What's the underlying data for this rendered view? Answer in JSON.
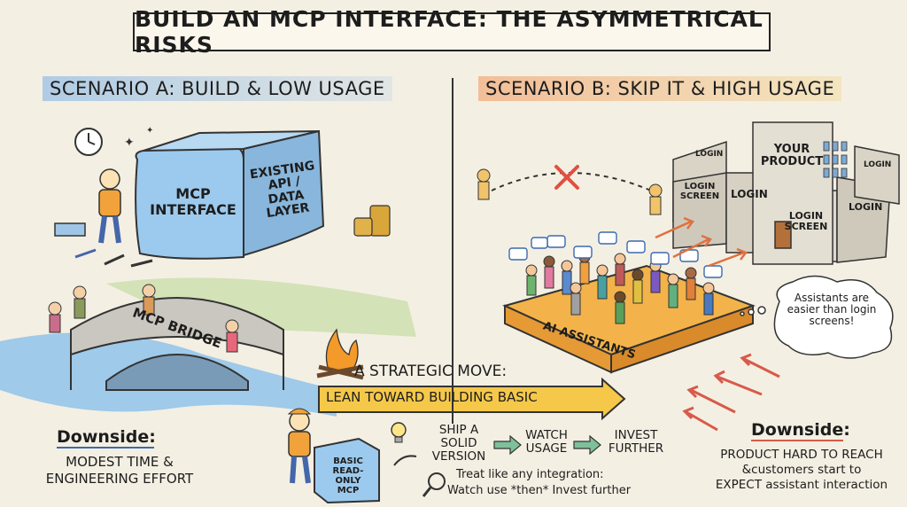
{
  "title": "BUILD AN MCP INTERFACE: THE ASYMMETRICAL RISKS",
  "scenario_a": {
    "heading": "SCENARIO A: BUILD & LOW USAGE",
    "mcp_box": "MCP\nINTERFACE",
    "api_box": "EXISTING\nAPI / DATA\nLAYER",
    "bridge": "MCP BRIDGE",
    "downside_title": "Downside:",
    "downside_text": "MODEST TIME &\nENGINEERING EFFORT"
  },
  "scenario_b": {
    "heading": "SCENARIO B: SKIP IT & HIGH USAGE",
    "product": "YOUR\nPRODUCT",
    "login_short": "LOGIN",
    "login_screen": "LOGIN\nSCREEN",
    "platform": "AI ASSISTANTS",
    "thought": "Assistants are easier than login screens!",
    "downside_title": "Downside:",
    "downside_text": "PRODUCT HARD TO REACH\n&customers start to\nEXPECT assistant interaction"
  },
  "strategy": {
    "line1": "A STRATEGIC MOVE:",
    "line2": "LEAN TOWARD BUILDING BASIC",
    "box": "BASIC\nREAD-ONLY\nMCP",
    "step1": "SHIP A\nSOLID\nVERSION",
    "step2": "WATCH\nUSAGE",
    "step3": "INVEST\nFURTHER",
    "note1": "Treat like any integration:",
    "note2": "Watch use *then* Invest further"
  },
  "colors": {
    "blue": "#8fc3ea",
    "orange": "#f0a060",
    "cream": "#f4efe3",
    "ink": "#1d1d1d",
    "red": "#e05040"
  }
}
